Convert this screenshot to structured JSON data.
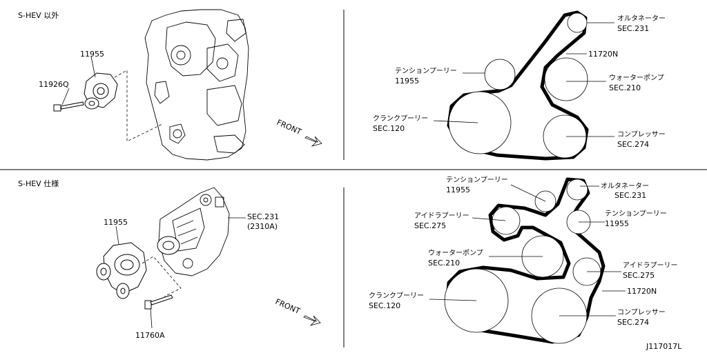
{
  "top": {
    "section_label": "S-HEV 以外",
    "exploded": {
      "tensioner_part": "11955",
      "bolt_part": "11926Q",
      "front": "FRONT"
    },
    "belt": {
      "alternator": "オルタネーター",
      "alternator_sec": "SEC.231",
      "belt_part": "11720N",
      "tension_pulley": "テンションプーリー",
      "tension_pulley_part": "11955",
      "water_pump": "ウォーターポンプ",
      "water_pump_sec": "SEC.210",
      "crank_pulley": "クランクプーリー",
      "crank_pulley_sec": "SEC.120",
      "compressor": "コンプレッサー",
      "compressor_sec": "SEC.274"
    }
  },
  "bottom": {
    "section_label": "S-HEV 仕様",
    "exploded": {
      "tensioner_part": "11955",
      "alternator_sec": "SEC.231",
      "alternator_sub": "(2310A)",
      "bolt_part": "11760A",
      "front": "FRONT"
    },
    "belt": {
      "tension_pulley_1": "テンションプーリー",
      "tension_pulley_1_part": "11955",
      "alternator": "オルタネーター",
      "alternator_sec": "SEC.231",
      "tension_pulley_2": "テンションプーリー",
      "tension_pulley_2_part": "11955",
      "idler_1": "アイドラプーリー",
      "idler_1_sec": "SEC.275",
      "water_pump": "ウォーターポンプ",
      "water_pump_sec": "SEC.210",
      "idler_2": "アイドラプーリー",
      "idler_2_sec": "SEC.275",
      "belt_part": "11720N",
      "crank_pulley": "クランクプーリー",
      "crank_pulley_sec": "SEC.120",
      "compressor": "コンプレッサー",
      "compressor_sec": "SEC.274"
    }
  },
  "figure_id": "J117017L"
}
